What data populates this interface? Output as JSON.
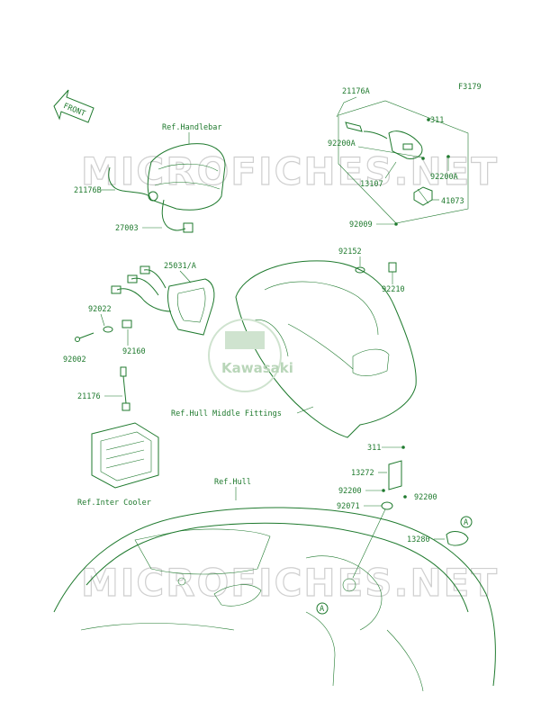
{
  "figure_code": "F3179",
  "front_label": "FRONT",
  "watermark": "MICROFICHES.NET",
  "logo_text": "Kawasaki",
  "refs": {
    "handlebar": "Ref.Handlebar",
    "hull_middle": "Ref.Hull Middle Fittings",
    "inter_cooler": "Ref.Inter Cooler",
    "hull": "Ref.Hull"
  },
  "parts": {
    "p21176A": "21176A",
    "p311_top": "311",
    "p92200A_left": "92200A",
    "p92200A_right": "92200A",
    "p13107": "13107",
    "p41073": "41073",
    "p92009": "92009",
    "p21176B": "21176B",
    "p27003": "27003",
    "p25031A": "25031/A",
    "p92152": "92152",
    "p92210": "92210",
    "p92022": "92022",
    "p92002": "92002",
    "p92160": "92160",
    "p21176": "21176",
    "p311_bottom": "311",
    "p13272": "13272",
    "p92200_left": "92200",
    "p92200_right": "92200",
    "p92071": "92071",
    "p13280": "13280",
    "markerA_1": "A",
    "markerA_2": "A"
  }
}
